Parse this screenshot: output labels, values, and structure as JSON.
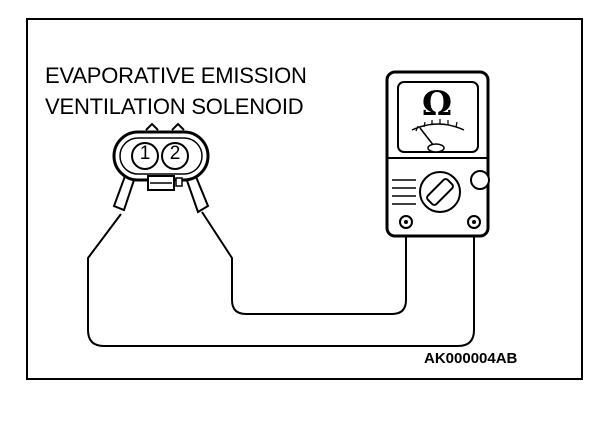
{
  "diagram": {
    "title_line1": "EVAPORATIVE EMISSION",
    "title_line2": "VENTILATION SOLENOID",
    "connector_pins": [
      "1",
      "2"
    ],
    "meter_symbol": "Ω",
    "figure_code": "AK000004AB"
  },
  "icons": {
    "connector": "connector-icon",
    "ohmmeter": "ohmmeter-icon",
    "range-dial": "dial-icon"
  }
}
